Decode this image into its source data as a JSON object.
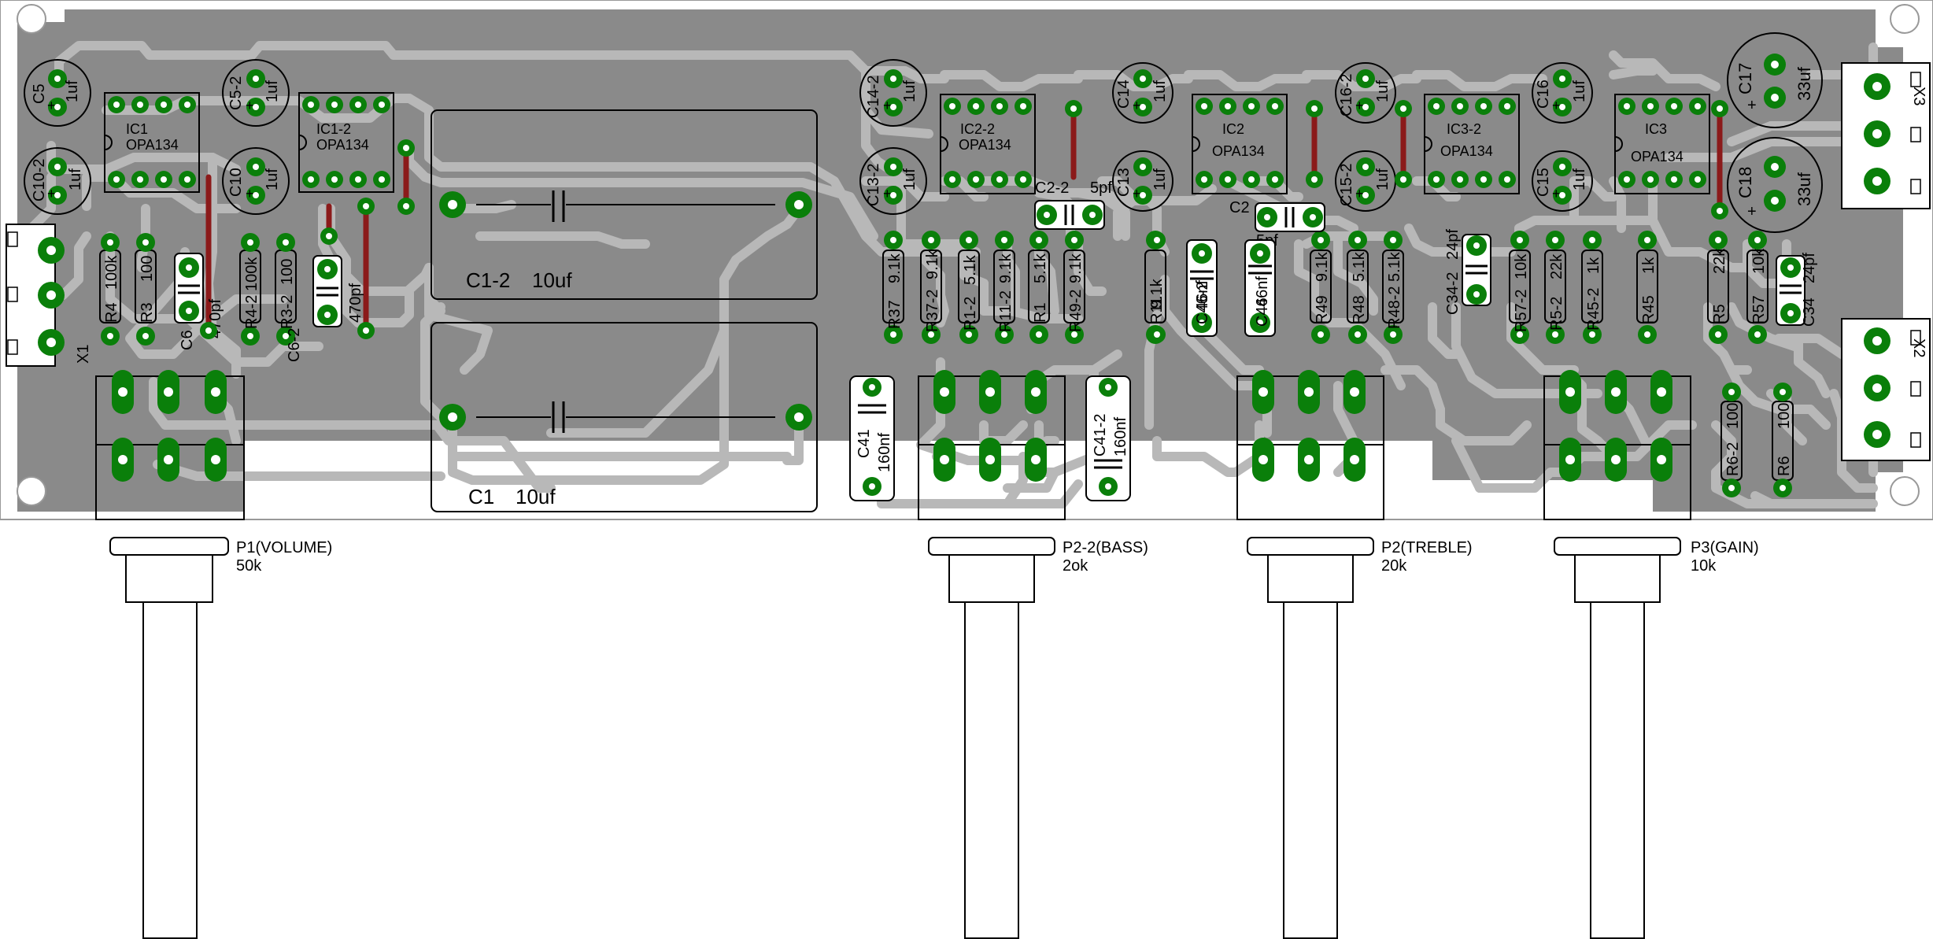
{
  "colors": {
    "board": "#8a8a8a",
    "copper": "#b5b5b5",
    "pad": "#0a7f0a",
    "jumper": "#8b1a1a",
    "silk": "#000000"
  },
  "components": {
    "C5": {
      "ref": "C5",
      "value": "1uf"
    },
    "C5_2": {
      "ref": "C5-2",
      "value": "1uf"
    },
    "C10_2": {
      "ref": "C10-2",
      "value": "1uf"
    },
    "C10": {
      "ref": "C10",
      "value": "1uf"
    },
    "IC1": {
      "ref": "IC1",
      "value": "OPA134"
    },
    "IC1_2": {
      "ref": "IC1-2",
      "value": "OPA134"
    },
    "C1_2": {
      "ref": "C1-2",
      "value": "10uf"
    },
    "C1": {
      "ref": "C1",
      "value": "10uf"
    },
    "R4": {
      "ref": "R4",
      "value": "100k"
    },
    "R3": {
      "ref": "R3",
      "value": "100"
    },
    "C6": {
      "ref": "C6",
      "value": "470pf"
    },
    "R4_2": {
      "ref": "R4-2",
      "value": "100k"
    },
    "R3_2": {
      "ref": "R3-2",
      "value": "100"
    },
    "C6_2": {
      "ref": "C6-2",
      "value": "470pf"
    },
    "X1": {
      "ref": "X1"
    },
    "C14_2": {
      "ref": "C14-2",
      "value": "1uf"
    },
    "C13_2": {
      "ref": "C13-2",
      "value": "1uf"
    },
    "IC2_2": {
      "ref": "IC2-2",
      "value": "OPA134"
    },
    "C2_2": {
      "ref": "C2-2",
      "value": "5pf"
    },
    "C14": {
      "ref": "C14",
      "value": "1uf"
    },
    "C13": {
      "ref": "C13",
      "value": "1uf"
    },
    "IC2": {
      "ref": "IC2",
      "value": "OPA134"
    },
    "C2": {
      "ref": "C2",
      "value": "5pf"
    },
    "C16_2": {
      "ref": "C16-2",
      "value": "1uf"
    },
    "C15_2": {
      "ref": "C15-2",
      "value": "1uf"
    },
    "IC3_2": {
      "ref": "IC3-2",
      "value": "OPA134"
    },
    "C16": {
      "ref": "C16",
      "value": "1uf"
    },
    "C15": {
      "ref": "C15",
      "value": "1uf"
    },
    "IC3": {
      "ref": "IC3",
      "value": "OPA134"
    },
    "C17": {
      "ref": "C17",
      "value": "33uf"
    },
    "C18": {
      "ref": "C18",
      "value": "33uf"
    },
    "X3": {
      "ref": "X3"
    },
    "X2": {
      "ref": "X2"
    },
    "R37": {
      "ref": "R37",
      "value": "9.1k"
    },
    "R37_2": {
      "ref": "R37-2",
      "value": "9.1k"
    },
    "R1_2": {
      "ref": "R1-2",
      "value": "5.1k"
    },
    "R11_2": {
      "ref": "R11-2",
      "value": "9.1k"
    },
    "R1": {
      "ref": "R1",
      "value": "5.1k"
    },
    "R49_2": {
      "ref": "R49-2",
      "value": "9.1k"
    },
    "R11": {
      "ref": "R11",
      "value": "9.1k"
    },
    "C46_2": {
      "ref": "C46-2",
      "value": "46nf"
    },
    "C46": {
      "ref": "C46",
      "value": "46nf"
    },
    "R49": {
      "ref": "R49",
      "value": "9.1k"
    },
    "R48": {
      "ref": "R48",
      "value": "5.1k"
    },
    "R48_2": {
      "ref": "R48-2",
      "value": "5.1k"
    },
    "C34_2": {
      "ref": "C34-2",
      "value": "24pf"
    },
    "R57_2": {
      "ref": "R57-2",
      "value": "10k"
    },
    "R5_2": {
      "ref": "R5-2",
      "value": "22k"
    },
    "R45_2": {
      "ref": "R45-2",
      "value": "1k"
    },
    "R45": {
      "ref": "R45",
      "value": "1k"
    },
    "R5": {
      "ref": "R5",
      "value": "22k"
    },
    "R57": {
      "ref": "R57",
      "value": "10k"
    },
    "C34": {
      "ref": "C34",
      "value": "24pf"
    },
    "C41": {
      "ref": "C41",
      "value": "160nf"
    },
    "C41_2": {
      "ref": "C41-2",
      "value": "160nf"
    },
    "R6_2": {
      "ref": "R6-2",
      "value": "100"
    },
    "R6": {
      "ref": "R6",
      "value": "100"
    }
  },
  "pots": {
    "P1": {
      "label": "P1(VOLUME)",
      "value": "50k"
    },
    "P2_2": {
      "label": "P2-2(BASS)",
      "value": "2ok"
    },
    "P2": {
      "label": "P2(TREBLE)",
      "value": "20k"
    },
    "P3": {
      "label": "P3(GAIN)",
      "value": "10k"
    }
  }
}
